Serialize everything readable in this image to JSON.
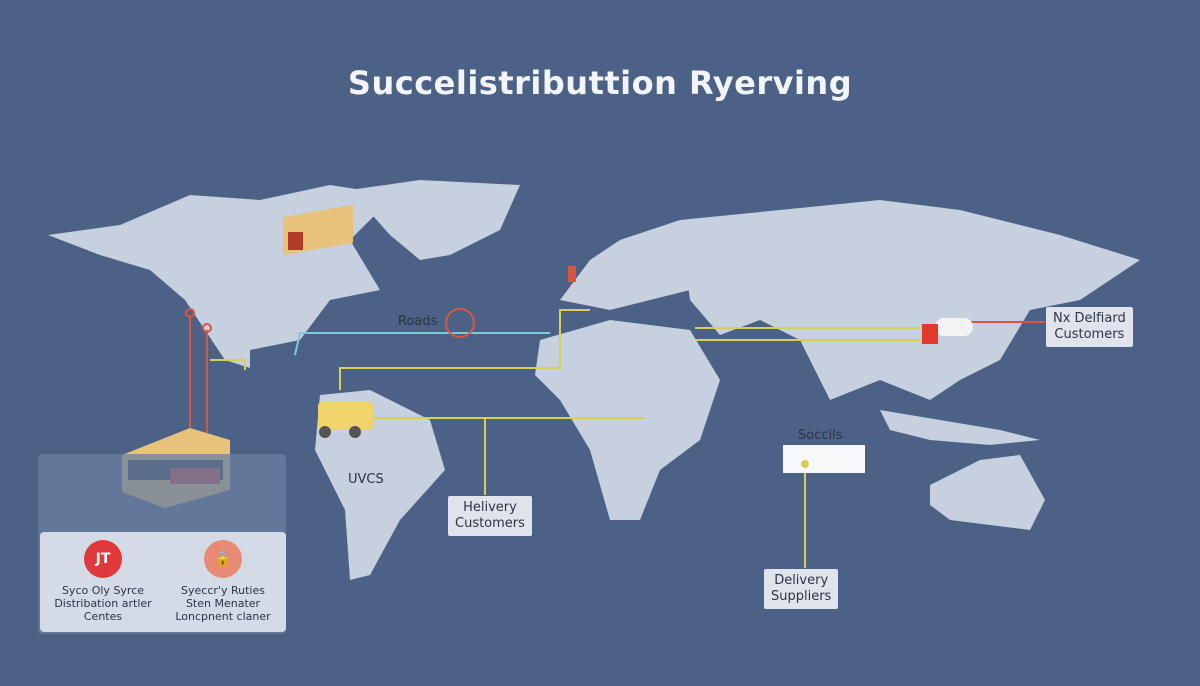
{
  "title": "Succelistributtion Ryerving",
  "labels": {
    "roads": "Roads",
    "uvcs": "UVCS",
    "helivery_customers": [
      "Helivery",
      "Customers"
    ],
    "nx_customers": [
      "Nx Delfiard",
      "Customers"
    ],
    "soccils": "Soccils",
    "delivery_suppliers": [
      "Delivery",
      "Suppliers"
    ]
  },
  "panel": {
    "items": [
      {
        "icon": "JT",
        "lines": [
          "Syco Oly Syrce",
          "Distribation artler",
          "Centes"
        ],
        "color": "#e0393b"
      },
      {
        "icon": "lock",
        "lines": [
          "Syeccr'y Ruties",
          "Sten Menater",
          "Loncpnent claner"
        ],
        "color": "#e88a74"
      }
    ]
  },
  "colors": {
    "background": "#4b6286",
    "land": "#c6d0de",
    "route_yellow": "#d8cf55",
    "route_red": "#d9553f",
    "route_cyan": "#7fc8d8"
  }
}
